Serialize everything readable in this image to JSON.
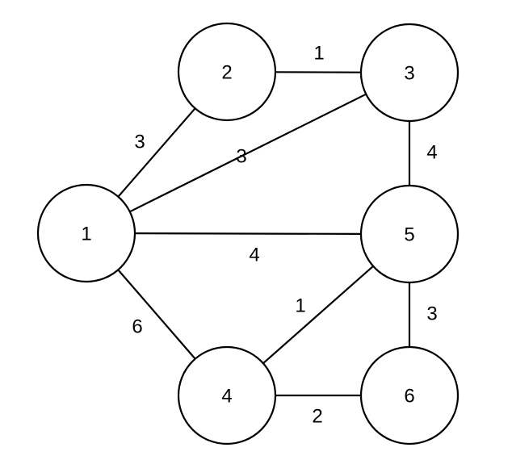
{
  "graph": {
    "nodes": [
      {
        "id": "1",
        "label": "1"
      },
      {
        "id": "2",
        "label": "2"
      },
      {
        "id": "3",
        "label": "3"
      },
      {
        "id": "4",
        "label": "4"
      },
      {
        "id": "5",
        "label": "5"
      },
      {
        "id": "6",
        "label": "6"
      }
    ],
    "edges": [
      {
        "from": "1",
        "to": "2",
        "weight": "3"
      },
      {
        "from": "2",
        "to": "3",
        "weight": "1"
      },
      {
        "from": "1",
        "to": "3",
        "weight": "3"
      },
      {
        "from": "3",
        "to": "5",
        "weight": "4"
      },
      {
        "from": "1",
        "to": "5",
        "weight": "4"
      },
      {
        "from": "1",
        "to": "4",
        "weight": "6"
      },
      {
        "from": "4",
        "to": "5",
        "weight": "1"
      },
      {
        "from": "5",
        "to": "6",
        "weight": "3"
      },
      {
        "from": "4",
        "to": "6",
        "weight": "2"
      }
    ],
    "colors": {
      "stroke": "#000000",
      "fill": "#ffffff"
    }
  }
}
